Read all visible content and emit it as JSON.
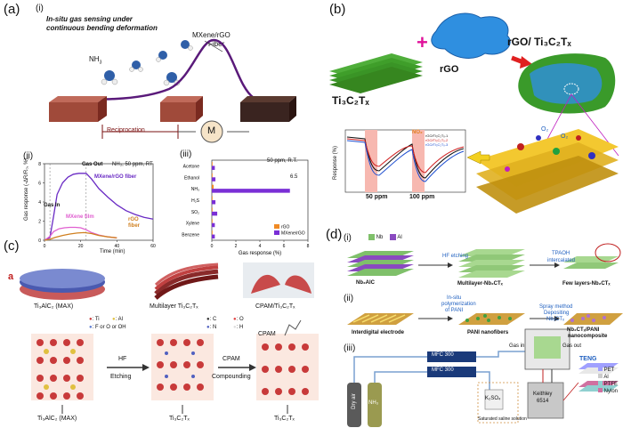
{
  "panel_a": {
    "label": "(a)",
    "sub_i": "(i)",
    "title_line1": "In-situ gas sensing under",
    "title_line2": "continuous bending deformation",
    "fiber_label_line1": "MXene/rGO",
    "fiber_label_line2": "Fiber",
    "gas_label": "NH",
    "gas_sub": "3",
    "reciprocation": "Reciprocation",
    "motor": "M",
    "sub_ii": "(ii)",
    "ii_gas_out": "Gas Out",
    "ii_condition": "NH₃, 50 ppm, RT",
    "ii_fiber": "MXene/rGO fiber",
    "ii_gas_in": "Gas In",
    "ii_film": "MXene film",
    "ii_rgo_fiber": "rGO fiber",
    "ii_ylabel": "Gas response (-ΔR/R₀, %)",
    "ii_xlabel": "Time (min)",
    "sub_iii": "(iii)",
    "iii_condition": "50 ppm, R.T.",
    "iii_annot": "6.5",
    "iii_xlabel": "Gas response (%)"
  },
  "panel_b": {
    "label": "(b)",
    "ti3c2tx": "Ti₃C₂Tₓ",
    "rgo": "rGO",
    "composite": "rGO/ Ti₃C₂Tₓ",
    "graph_no2": "NO₂",
    "graph_50": "50 ppm",
    "graph_100": "100 ppm",
    "graph_ylabel": "Response (%)",
    "legend1": "rGO/Ti₃C₂Tₓ-1",
    "legend2": "rGO/Ti₃C₂Tₓ-2",
    "legend3": "rGO/Ti₃C₂Tₓ-3"
  },
  "panel_c": {
    "label": "(c)",
    "small_a": "a",
    "max_label": "Ti₃AlC₂ (MAX)",
    "multilayer_label": "Multilayer Ti₃C₂Tₓ",
    "cpam_label": "CPAM/Ti₃C₂Tₓ",
    "legend_ti": ": Ti",
    "legend_al": ": Al",
    "legend_f": ": F or O or OH",
    "legend_c": ": C",
    "legend_n": ": N",
    "legend_o": ": O",
    "legend_h": ": H",
    "hf": "HF",
    "etching": "Etching",
    "cpam": "CPAM",
    "compounding": "Compounding",
    "cpam_top": "CPAM",
    "bottom_max": "Ti₃AlC₂ (MAX)",
    "bottom_ti1": "Ti₃C₂Tₓ",
    "bottom_ti2": "Ti₃C₂Tₓ"
  },
  "panel_d": {
    "label": "(d)",
    "sub_i": "(i)",
    "nb": "Nb",
    "al": "Al",
    "hf_etching": "HF etching",
    "tpaoh_line1": "TPAOH",
    "tpaoh_line2": "intercalated",
    "nb2alc": "Nb₂AlC",
    "multilayer": "Multilayer-Nb₂CTₓ",
    "few_layers": "Few layers-Nb₂CTₓ",
    "sub_ii": "(ii)",
    "insitu_line1": "In-situ",
    "insitu_line2": "polymerization",
    "insitu_line3": "of PANI",
    "spray_line1": "Spray method",
    "spray_line2": "Depositing",
    "spray_line3": "Nb₂CTₓ",
    "interdigital": "Interdigital electrode",
    "pani": "PANI nanofibers",
    "nano_line1": "Nb₂CTₓ/PANI",
    "nano_line2": "nanocomposite",
    "sub_iii": "(iii)",
    "mfc1": "MFC 300",
    "mfc2": "MFC 300",
    "gas_in": "Gas in",
    "gas_out": "Gas out",
    "dry_air": "Dry air",
    "nh3": "NH₃",
    "k2so4": "K₂SO₄",
    "saturated": "Saturated saline solution",
    "keithley_line1": "Keithley",
    "keithley_line2": "6514",
    "teng": "TENG",
    "leg_pet": "PET",
    "leg_al": "Al",
    "leg_ptfe": "PTFE",
    "leg_nylon": "Nylon"
  },
  "chart_data": [
    {
      "type": "bar",
      "panel": "a-iii",
      "categories": [
        "Acetone",
        "Ethanol",
        "NH₃",
        "H₂S",
        "SO₂",
        "Xylene",
        "Benzene"
      ],
      "series": [
        {
          "name": "rGO",
          "color": "#f08a24",
          "values": [
            0.05,
            0.05,
            0.15,
            0.05,
            0.05,
            0.03,
            0.03
          ]
        },
        {
          "name": "MXene/rGO",
          "color": "#7a2fd6",
          "values": [
            0.25,
            0.3,
            6.5,
            0.3,
            0.45,
            0.25,
            0.25
          ]
        }
      ],
      "xlim": [
        0,
        8
      ],
      "xticks": [
        0,
        2,
        4,
        6,
        8
      ],
      "xlabel": "Gas response (%)"
    },
    {
      "type": "line",
      "panel": "a-ii",
      "xticks": [
        0,
        20,
        40,
        60
      ],
      "yticks": [
        0,
        2,
        4,
        6,
        8
      ],
      "xlim": [
        0,
        60
      ],
      "ylim": [
        0,
        8
      ],
      "xlabel": "Time (min)",
      "ylabel": "Gas response (-ΔR/R₀, %)",
      "series": [
        {
          "name": "MXene/rGO fiber",
          "color": "#6a2bc4",
          "x": [
            0,
            3,
            5,
            7,
            10,
            13,
            16,
            19,
            21,
            23,
            26,
            30,
            35,
            40,
            45,
            50,
            55,
            60
          ],
          "y": [
            0,
            0.3,
            2.5,
            4.8,
            6.0,
            6.6,
            6.9,
            7.0,
            7.0,
            7.0,
            6.4,
            5.4,
            4.5,
            3.7,
            3.1,
            2.7,
            2.4,
            2.2
          ]
        },
        {
          "name": "MXene film",
          "color": "#e05fd0",
          "x": [
            0,
            3,
            5,
            8,
            11,
            14,
            17,
            20,
            23,
            26,
            30,
            35,
            40
          ],
          "y": [
            0,
            0.4,
            0.9,
            1.2,
            1.3,
            1.35,
            1.35,
            1.3,
            1.1,
            0.8,
            0.55,
            0.35,
            0.25
          ]
        },
        {
          "name": "rGO fiber",
          "color": "#d08020",
          "x": [
            0,
            3,
            6,
            10,
            14,
            18,
            22,
            26,
            30,
            35,
            40
          ],
          "y": [
            0,
            0.1,
            0.3,
            0.5,
            0.65,
            0.75,
            0.8,
            0.7,
            0.5,
            0.35,
            0.25
          ]
        }
      ]
    }
  ]
}
